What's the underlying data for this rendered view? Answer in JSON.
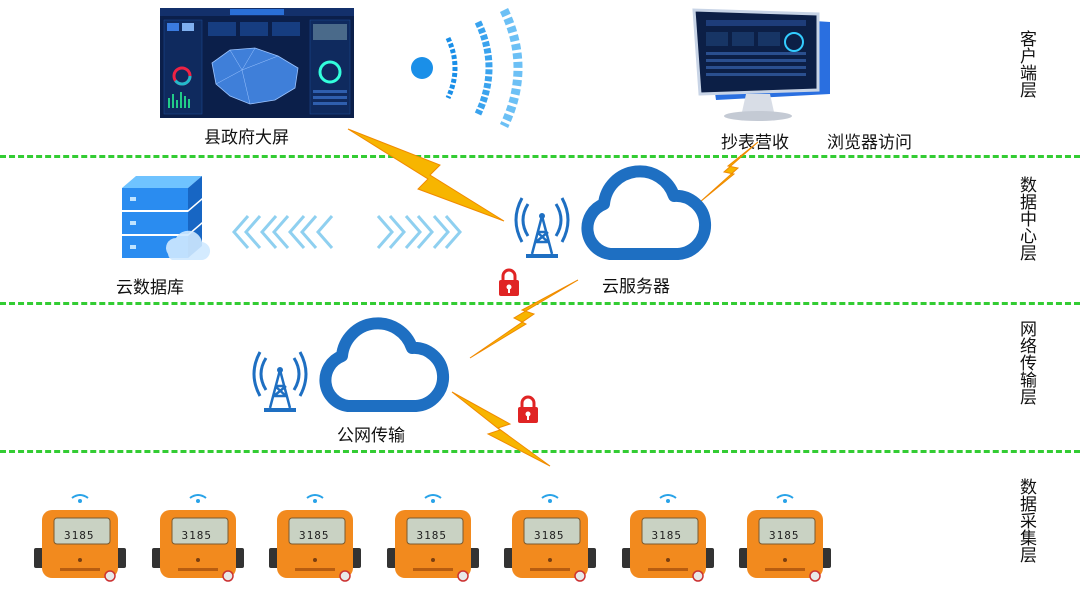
{
  "layers": [
    {
      "id": "client",
      "label": "客户端层"
    },
    {
      "id": "datacenter",
      "label": "数据中心层"
    },
    {
      "id": "network",
      "label": "网络传输层"
    },
    {
      "id": "collection",
      "label": "数据采集层"
    }
  ],
  "nodes": {
    "gov_screen": {
      "label": "县政府大屏"
    },
    "meter_billing": {
      "label": "抄表营收"
    },
    "browser_access": {
      "label": "浏览器访问"
    },
    "cloud_db": {
      "label": "云数据库"
    },
    "cloud_server": {
      "label": "云服务器"
    },
    "public_net": {
      "label": "公网传输"
    }
  },
  "meter": {
    "reading": "3185",
    "count": 7
  },
  "colors": {
    "divider": "#33cc33",
    "cloud": "#1e6fc2",
    "lightning": "#f5b400",
    "lock": "#e02424",
    "meter_body": "#f28a1e"
  }
}
